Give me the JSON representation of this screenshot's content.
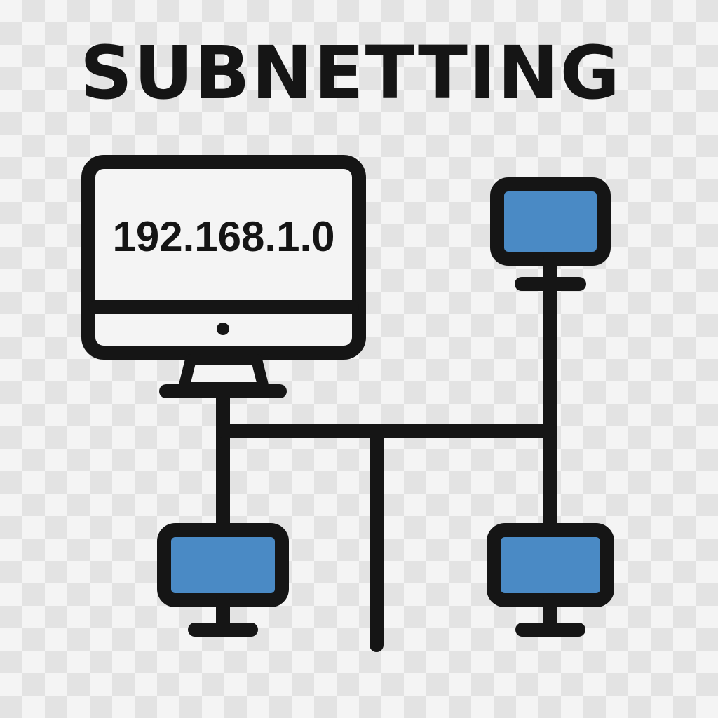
{
  "title": "SUBNETTING",
  "main_computer": {
    "screen_text": "192.168.1.0"
  },
  "colors": {
    "outline": "#151515",
    "screen_fill": "#4a8ac5",
    "main_screen_fill": "#f4f4f4"
  },
  "icons": [
    "monitor-icon",
    "network-line"
  ]
}
